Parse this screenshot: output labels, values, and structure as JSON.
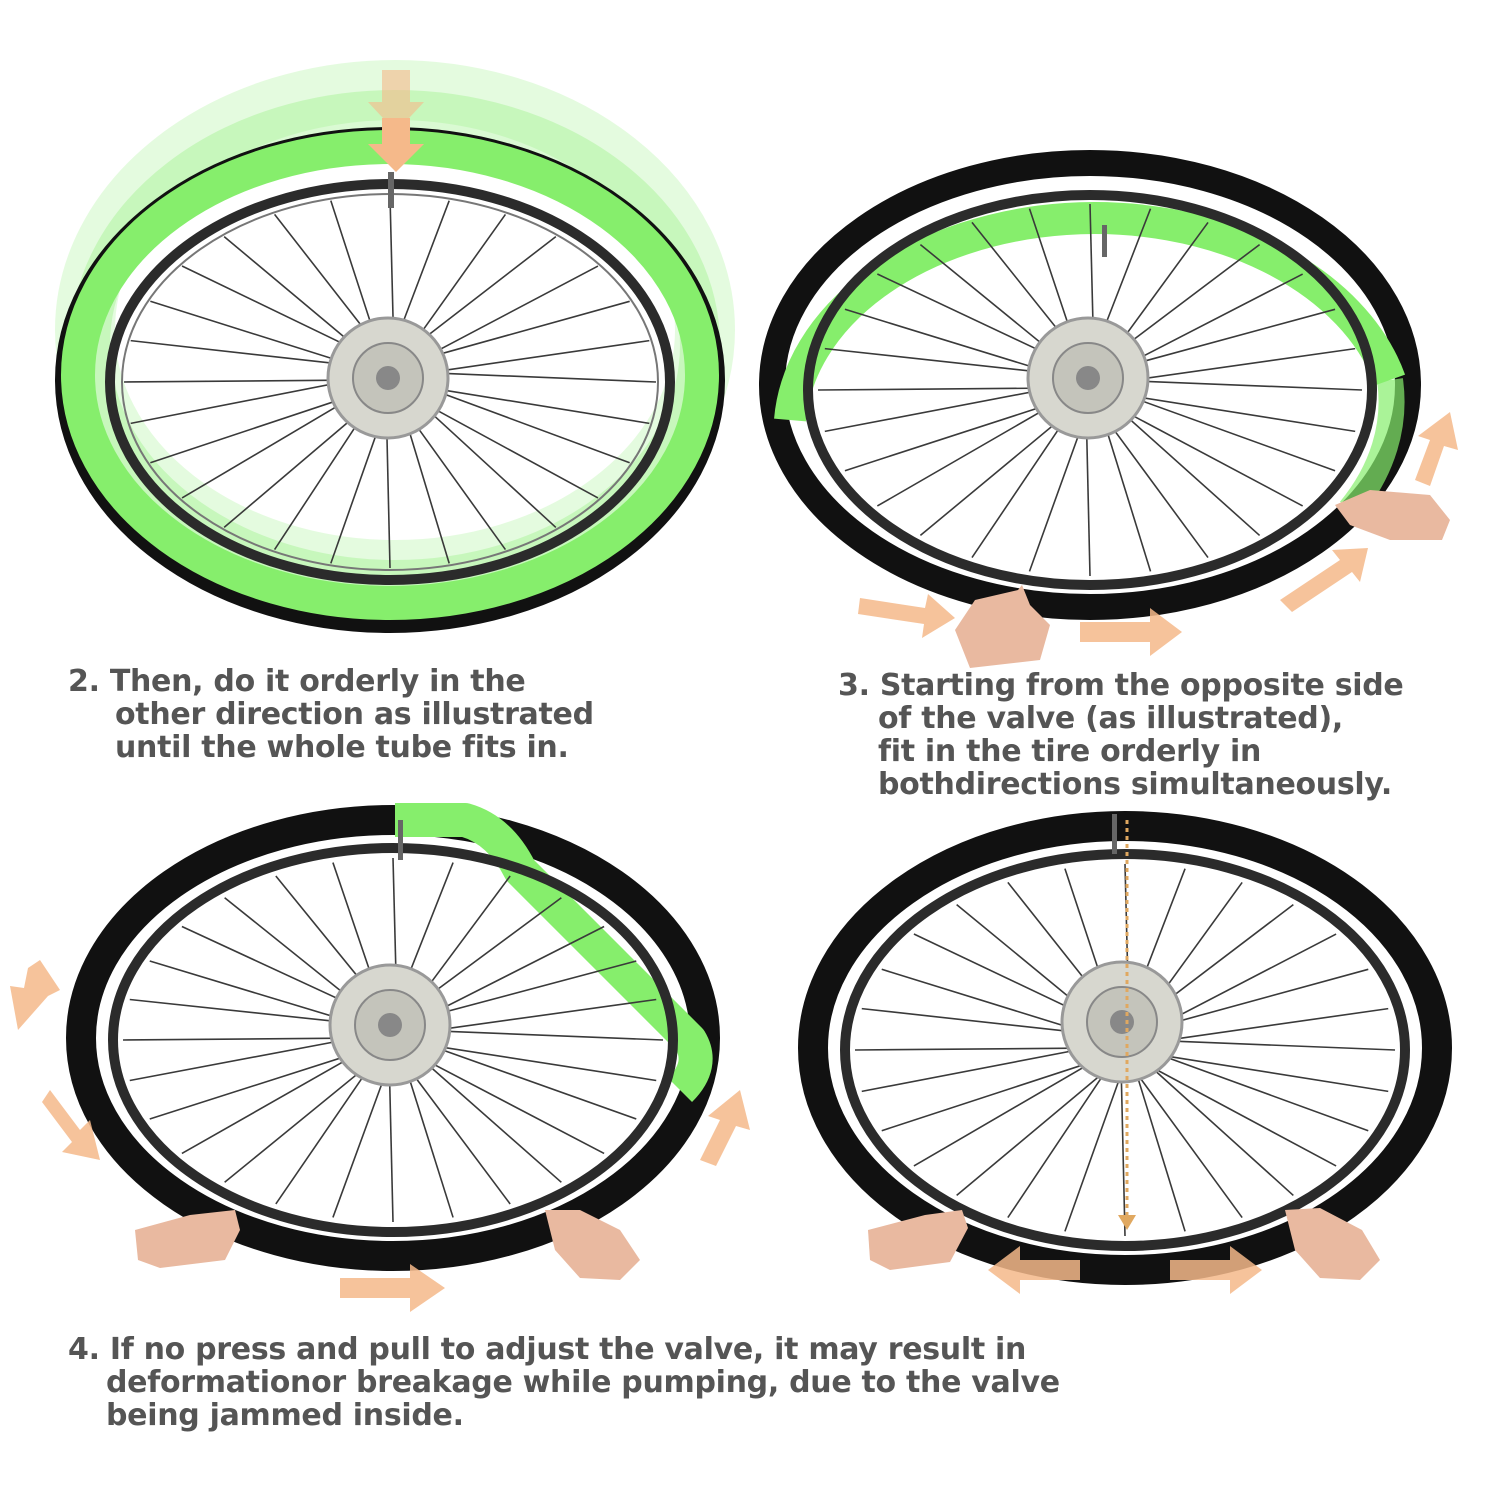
{
  "colors": {
    "tube": "#86ee6c",
    "tube_dark": "#5fcf4a",
    "tire": "#111111",
    "rim": "#2b2b2b",
    "spoke": "#3a3a3a",
    "arrow": "#f5b98a",
    "hand": "#e9b9a0",
    "text": "#555555"
  },
  "steps": [
    {
      "number": "2.",
      "lines": [
        "Then, do it orderly in the",
        "other direction as illustrated",
        "until the whole tube fits in."
      ]
    },
    {
      "number": "3.",
      "lines": [
        "Starting from the opposite side",
        "of the valve (as illustrated),",
        "fit in the tire orderly in",
        "bothdirections simultaneously."
      ]
    },
    {
      "number": "4.",
      "lines": [
        "If no press and pull to adjust the valve, it may result in",
        "deformationor breakage while pumping, due to the valve",
        "being jammed inside."
      ]
    }
  ]
}
